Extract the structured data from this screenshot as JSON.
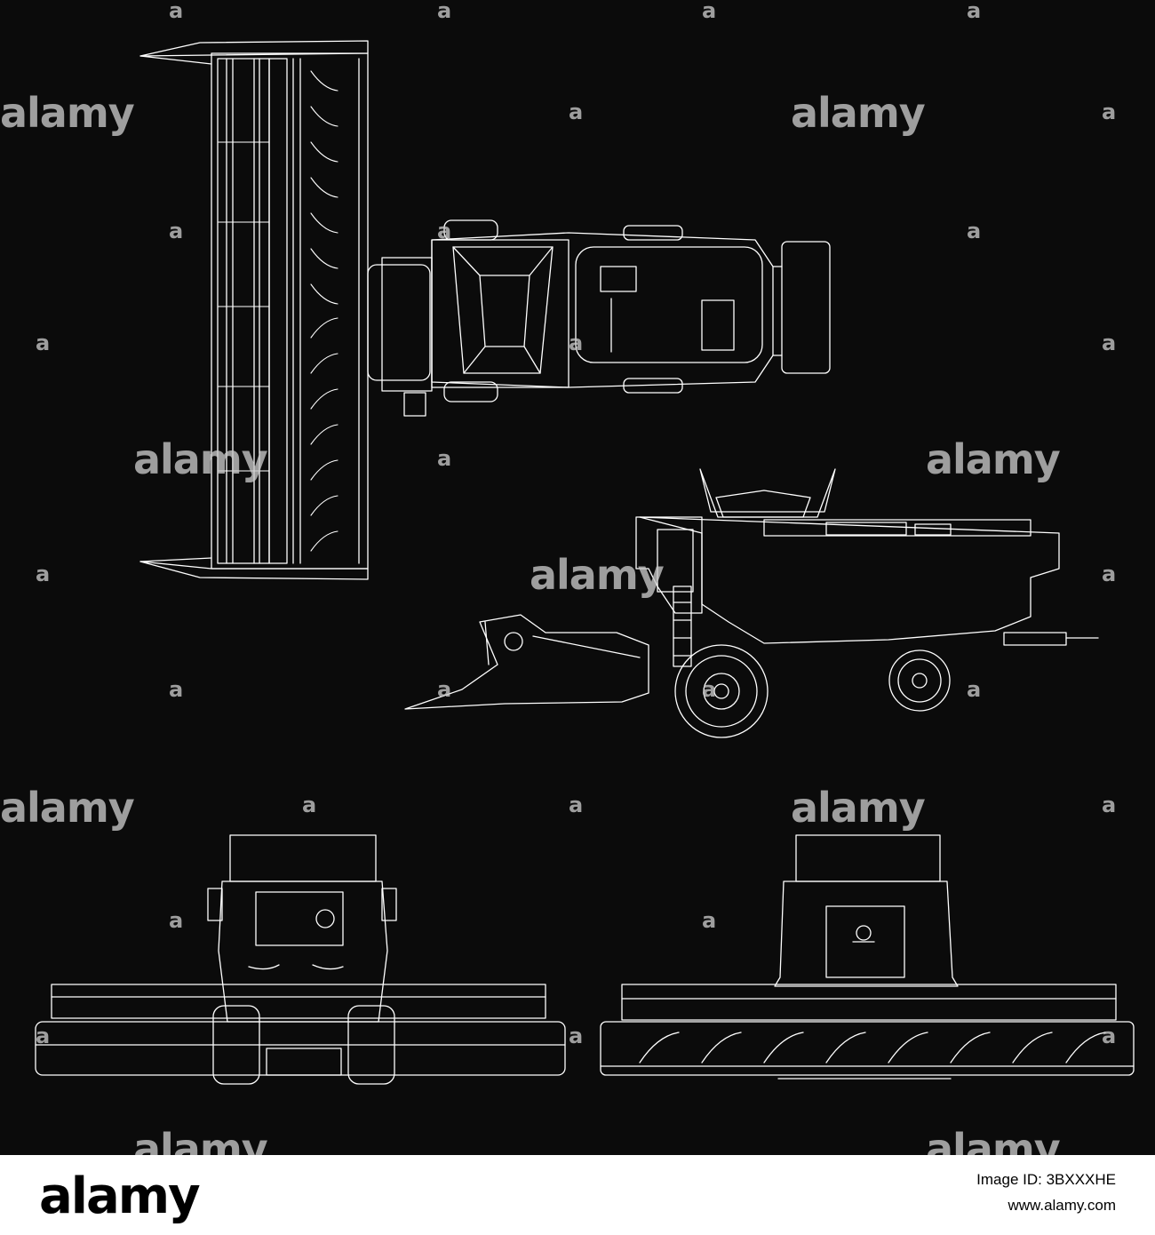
{
  "watermark": {
    "word": "alamy",
    "mark": "a"
  },
  "footer": {
    "logo": "alamy",
    "image_id": "Image ID: 3BXXXHE",
    "url": "www.alamy.com"
  },
  "views": [
    "top-view",
    "side-view",
    "front-view",
    "rear-view"
  ],
  "colors": {
    "background": "#0b0b0b",
    "line": "#ffffff",
    "watermark": "#c8c8c8",
    "footer_bg": "#ffffff",
    "footer_text": "#000000"
  }
}
